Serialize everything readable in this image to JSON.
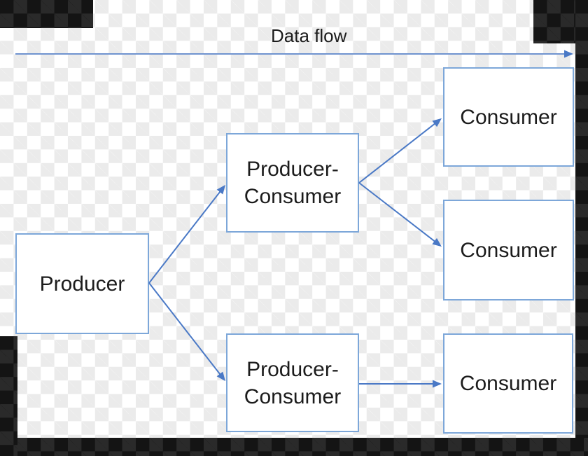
{
  "title": {
    "text": "Data flow"
  },
  "nodes": {
    "producer": {
      "label": "Producer"
    },
    "producer_consumer_top": {
      "label": "Producer-\nConsumer"
    },
    "producer_consumer_bottom": {
      "label": "Producer-\nConsumer"
    },
    "consumer_top": {
      "label": "Consumer"
    },
    "consumer_middle": {
      "label": "Consumer"
    },
    "consumer_bottom": {
      "label": "Consumer"
    }
  },
  "edges": [
    {
      "from": "producer",
      "to": "producer_consumer_top"
    },
    {
      "from": "producer",
      "to": "producer_consumer_bottom"
    },
    {
      "from": "producer_consumer_top",
      "to": "consumer_top"
    },
    {
      "from": "producer_consumer_top",
      "to": "consumer_middle"
    },
    {
      "from": "producer_consumer_bottom",
      "to": "consumer_bottom"
    }
  ],
  "colors": {
    "connector_blue": "#4a79c6",
    "box_border_blue": "#7da7d9",
    "box_fill": "#ffffff",
    "text_dark": "#1c1c1c",
    "checker_light_white": "#ffffff",
    "checker_light_gray": "#ebebeb",
    "checker_dark_base": "#141414",
    "checker_dark_alt": "#2a2a2a"
  }
}
